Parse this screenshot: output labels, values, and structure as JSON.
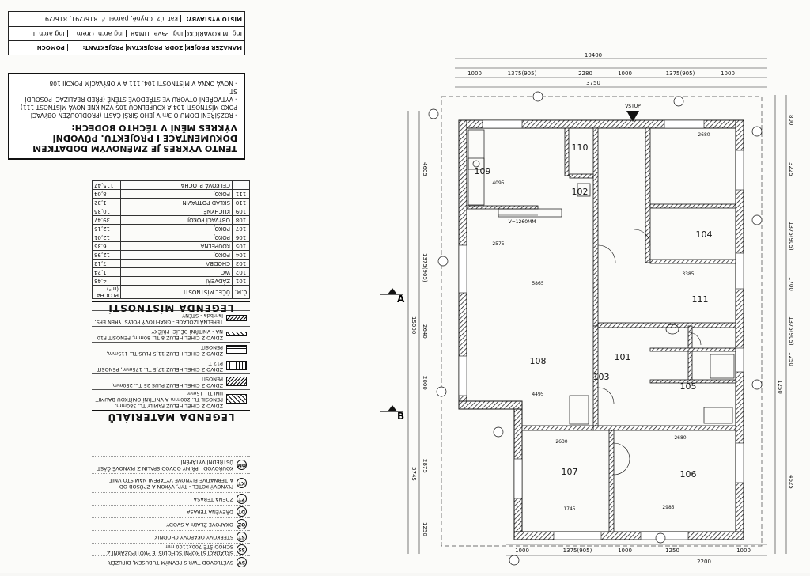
{
  "title_block": {
    "place_label": "MÍSTO VÝSTAVBY:",
    "place_value": "kat. úz. Chýně, parcel. č. 816/291, 816/29",
    "roles": [
      {
        "label": "MANAŽER PROJEKTU:",
        "name": "Ing. M.KOVAŘÍČKOVÁ"
      },
      {
        "label": "ZODP. PROJEKTANT:",
        "name": "Ing. Pavel TIMAR"
      },
      {
        "label": "PROJEKTANT:",
        "name": "Ing.arch. Orem"
      },
      {
        "label": "POMOCN",
        "name": "Ing.arch. I"
      }
    ]
  },
  "notice": {
    "heading": "TENTO VÝKRES JE ZMĚNOVÝM DODATKEM DOKUMENTACE I PROJEKTU. PŮVODNÍ VÝKRES MĚNÍ V TĚCHTO BODECH:",
    "lines": [
      "- ROZŠÍŘENÍ DOMU O 3m V JEHO ŠIRŠÍ ČÁSTI (PRODLOUŽEN OBÝVACÍ POKO MÍSTNOSTI 104 A KOUPELNOU 105 VZNIKNE NOVÁ MÍSTNOST 111)",
      "- VYTVOŘENÍ OTVORU VE STŘEDOVÉ STĚNĚ (PŘED REALIZACÍ POSOUDÍ ST",
      "- NOVÁ OKNA V MÍSTNOSTI 104, 111 A V OBÝVACÍM POKOJI 108"
    ]
  },
  "rooms": {
    "heading": "LEGENDA MÍSTNOSTÍ",
    "header": {
      "num": "Č.M.",
      "name": "ÚČEL MÍSTNOSTI",
      "area": "PLOCHA (m²)"
    },
    "rows": [
      {
        "num": "101",
        "name": "ZÁDVEŘÍ",
        "area": "4,43"
      },
      {
        "num": "102",
        "name": "WC",
        "area": "1,24"
      },
      {
        "num": "103",
        "name": "CHODBA",
        "area": "7,12"
      },
      {
        "num": "104",
        "name": "POKOJ",
        "area": "12,98"
      },
      {
        "num": "105",
        "name": "KOUPELNA",
        "area": "6,35"
      },
      {
        "num": "106",
        "name": "POKOJ",
        "area": "12,01"
      },
      {
        "num": "107",
        "name": "POKOJ",
        "area": "12,15"
      },
      {
        "num": "108",
        "name": "OBÝVACÍ POKOJ",
        "area": "39,47"
      },
      {
        "num": "109",
        "name": "KUCHYNĚ",
        "area": "10,36"
      },
      {
        "num": "110",
        "name": "SKLAD POTRAVIN",
        "area": "1,32"
      },
      {
        "num": "111",
        "name": "POKOJ",
        "area": "8,04"
      }
    ],
    "total_label": "CELKOVÁ PLOCHA",
    "total_value": "115,47"
  },
  "materials": {
    "heading": "LEGENDA MATERIÁLŮ",
    "rows": [
      {
        "text": "ZDIVO Z CIHEL HELUZ FAMILY TL. 380mm, PENOSIL TL. 200mm A VNITŘNÍ OMÍTKOU BAUMIT UNI TL. 15mm"
      },
      {
        "text": "ZDIVO Z CIHEL HELUZ PLUS 25 TL. 250mm, PENOSIT"
      },
      {
        "text": "ZDIVO Z CIHEL HELUZ 17,5 TL. 175mm, PENOSIT P12 T"
      },
      {
        "text": "ZDIVO Z CIHEL HELUZ 11,5 PLUS TL. 115mm, PENOSIT"
      },
      {
        "text": "ZDIVO Z CIHEL HELUZ 8 TL. 80mm, PENOSIT P10 NA - VNITŘNÍ DĚLÍCÍ PŘÍČKY"
      },
      {
        "text": "TEPELNÁ IZOLACE - GRAFITOVÝ POLYSTYREN EPS, lambda - STĚNY"
      }
    ]
  },
  "symbols": {
    "rows": [
      {
        "code": "ZT",
        "text": "ZDĚNÁ TERASA"
      },
      {
        "code": "DT",
        "text": "DŘEVĚNÁ TERASA"
      },
      {
        "code": "OZ",
        "text": "OKAPOVÉ ŽLABY A SVODY"
      },
      {
        "code": "ŠT",
        "text": "ŠTĚRKOVÝ OKAPOVÝ CHODNÍK"
      },
      {
        "code": "SS",
        "text": "SKLÁDACÍ STROPNÍ SCHODIŠTĚ PROTIPOŽÁRNÍ Z SCHODIŠTĚ 700x1100 mm"
      },
      {
        "code": "SV",
        "text": "SVĚTLOVOD TWR S PEVNÝM TUBUSEM, DIFUZÉR"
      },
      {
        "code": "KT",
        "text": "PLYNOVÝ KOTEL - TYP, VÝKON A ZPŮSOB OD ALTERNATIVĚ PLYNOVÉ VYTÁPĚNÍ NAMÍSTO VNIT"
      },
      {
        "code": "OM",
        "text": "KOUŘOVOD - PŘÍMÝ ODVOD SPALIN Z PLYNOVÉ ČÁST ÚSTŘEDNÍ VYTÁPĚNÍ"
      }
    ]
  },
  "plan": {
    "overall_width": "10400",
    "overall_height": "15000",
    "section_labels": [
      "A",
      "B"
    ],
    "entry_label": "VSTUP",
    "slope_label": "V=1260MM",
    "room_numbers": [
      "101",
      "102",
      "103",
      "104",
      "105",
      "106",
      "107",
      "108",
      "109",
      "110",
      "111"
    ],
    "dims_top": [
      "1000",
      "1375(905)",
      "2280",
      "1000",
      "1375(905)",
      "1000",
      "3750",
      "10400"
    ],
    "dims_right": [
      "800",
      "3225",
      "1375(905)",
      "1700",
      "1375(905)",
      "1250",
      "1250",
      "4625"
    ],
    "dims_left": [
      "4605",
      "1375(905)",
      "2640",
      "2000",
      "3745",
      "2875",
      "1250"
    ],
    "dims_bottom": [
      "1000",
      "1375(905)",
      "1000",
      "1250",
      "2200",
      "1000"
    ]
  }
}
